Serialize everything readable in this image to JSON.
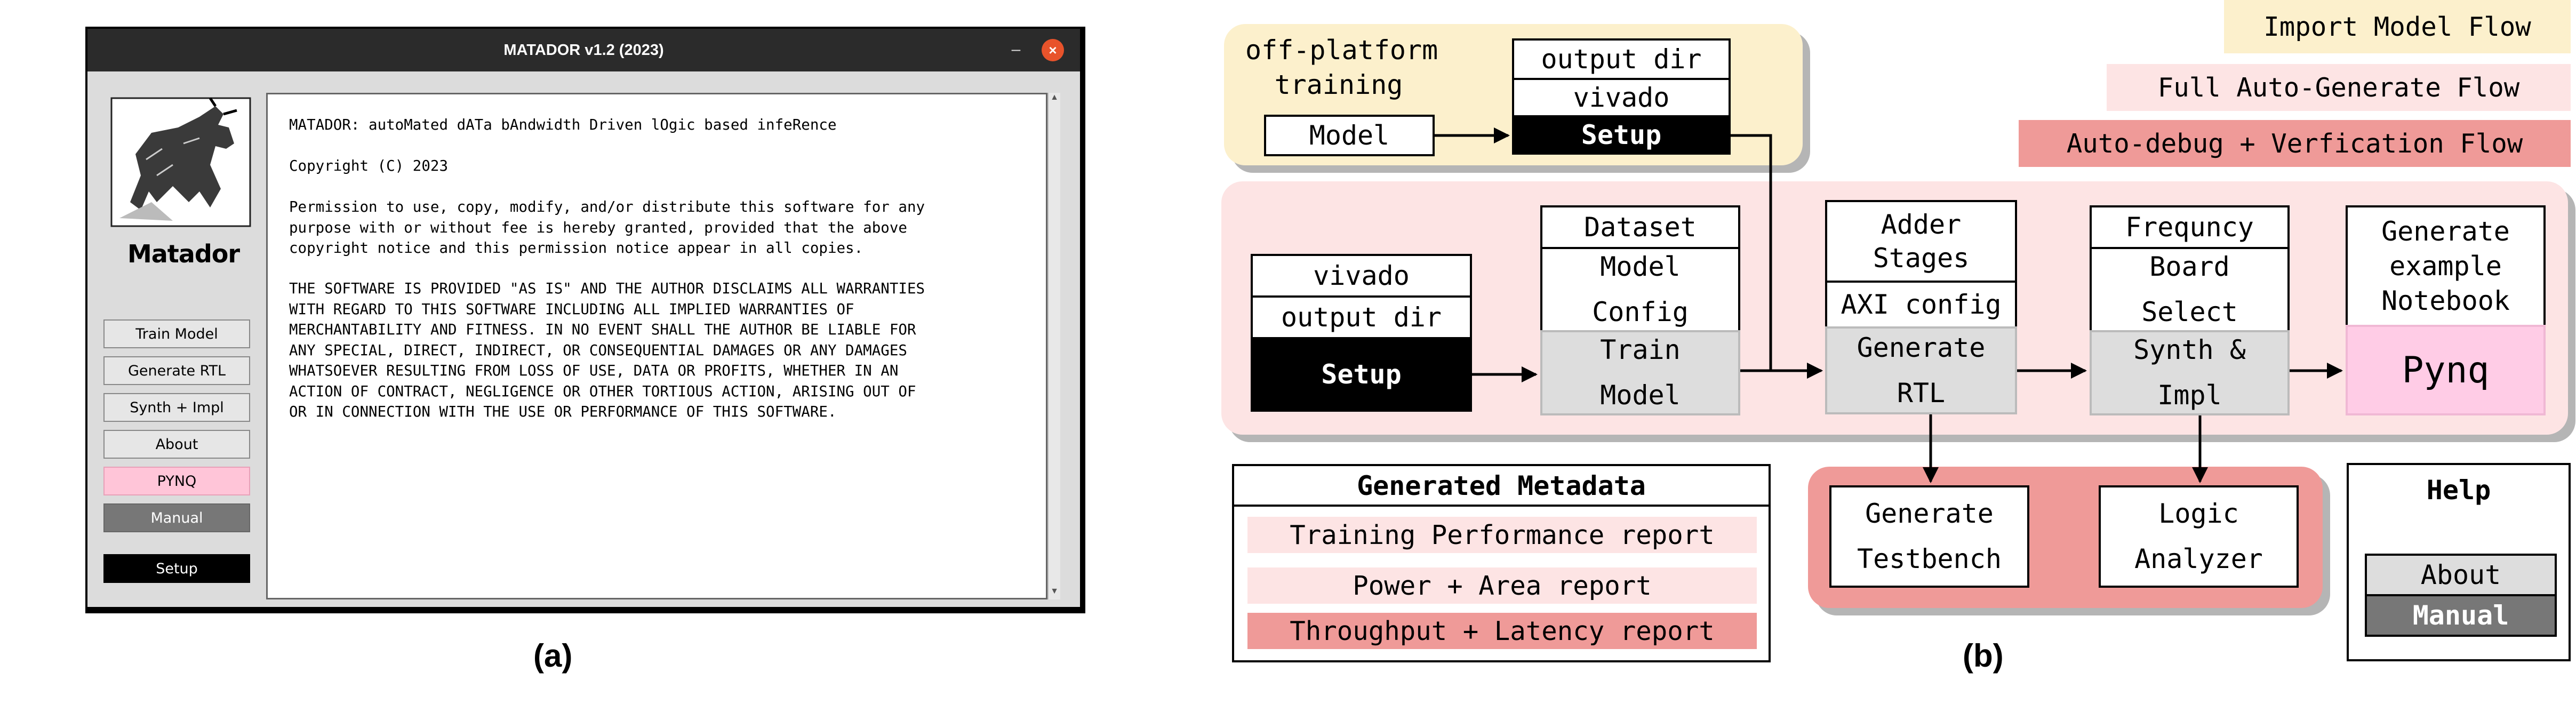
{
  "panel_a": {
    "caption": "(a)",
    "window": {
      "title": "MATADOR v1.2 (2023)",
      "minimize": "–",
      "close": "×",
      "logo_text": "Matador"
    },
    "sidebar": {
      "items": [
        {
          "label": "Train Model"
        },
        {
          "label": "Generate RTL"
        },
        {
          "label": "Synth + Impl"
        },
        {
          "label": "About"
        },
        {
          "label": "PYNQ"
        },
        {
          "label": "Manual"
        },
        {
          "label": "Setup"
        }
      ]
    },
    "content": {
      "line1": "MATADOR: autoMated dATa bAndwidth Driven lOgic based infeRence",
      "line2": "Copyright (C) 2023",
      "para1": "Permission to use, copy, modify, and/or distribute this software for any\npurpose with or without fee is hereby granted, provided that the above\ncopyright notice and this permission notice appear in all copies.",
      "para2": "THE SOFTWARE IS PROVIDED \"AS IS\" AND THE AUTHOR DISCLAIMS ALL WARRANTIES\nWITH REGARD TO THIS SOFTWARE INCLUDING ALL IMPLIED WARRANTIES OF\nMERCHANTABILITY AND FITNESS. IN NO EVENT SHALL THE AUTHOR BE LIABLE FOR\nANY SPECIAL, DIRECT, INDIRECT, OR CONSEQUENTIAL DAMAGES OR ANY DAMAGES\nWHATSOEVER RESULTING FROM LOSS OF USE, DATA OR PROFITS, WHETHER IN AN\nACTION OF CONTRACT, NEGLIGENCE OR OTHER TORTIOUS ACTION, ARISING OUT OF\nOR IN CONNECTION WITH THE USE OR PERFORMANCE OF THIS SOFTWARE."
    }
  },
  "panel_b": {
    "caption": "(b)",
    "legend": {
      "import": "Import Model Flow",
      "full": "Full Auto-Generate Flow",
      "debug": "Auto-debug + Verfication Flow"
    },
    "import_flow": {
      "label": "off-platform\ntraining",
      "model": "Model",
      "output_dir": "output dir",
      "vivado": "vivado",
      "setup": "Setup"
    },
    "main_flow": {
      "vivado": "vivado",
      "output_dir": "output dir",
      "setup": "Setup",
      "dataset": "Dataset",
      "model_config": "Model\nConfig",
      "train_model": "Train\nModel",
      "adder_stages": "Adder\nStages",
      "axi_config": "AXI config",
      "generate_rtl": "Generate\nRTL",
      "frequency": "Frequncy",
      "board_select": "Board\nSelect",
      "synth_impl": "Synth &\nImpl",
      "notebook": "Generate\nexample\nNotebook",
      "pynq": "Pynq"
    },
    "debug_flow": {
      "testbench": "Generate\nTestbench",
      "logic_analyzer": "Logic\nAnalyzer"
    },
    "metadata": {
      "title": "Generated Metadata",
      "reports": [
        "Training Performance report",
        "Power + Area report",
        "Throughput + Latency report"
      ]
    },
    "help": {
      "title": "Help",
      "about": "About",
      "manual": "Manual"
    },
    "colors": {
      "import_bg": "#fcf0cc",
      "full_bg": "#fde4e4",
      "debug_bg": "#ef9a98",
      "pynq_bg": "#ffcce6"
    }
  }
}
